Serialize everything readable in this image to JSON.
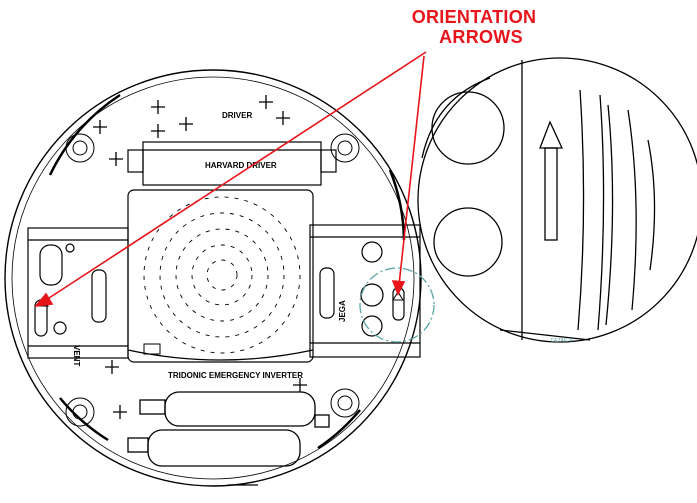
{
  "callout": {
    "line1": "ORIENTATION",
    "line2": "ARROWS",
    "color": "#e8141b"
  },
  "labels": {
    "driver": "DRIVER",
    "harvard_driver": "HARVARD DRIVER",
    "emergency_inverter": "TRIDONIC EMERGENCY INVERTER",
    "vent": "VENT",
    "jega": "JEGA",
    "detail": "DETAIL A"
  },
  "colors": {
    "line": "#000000",
    "detail_circle": "#5aa6a6",
    "arrow": "#e8141b"
  }
}
